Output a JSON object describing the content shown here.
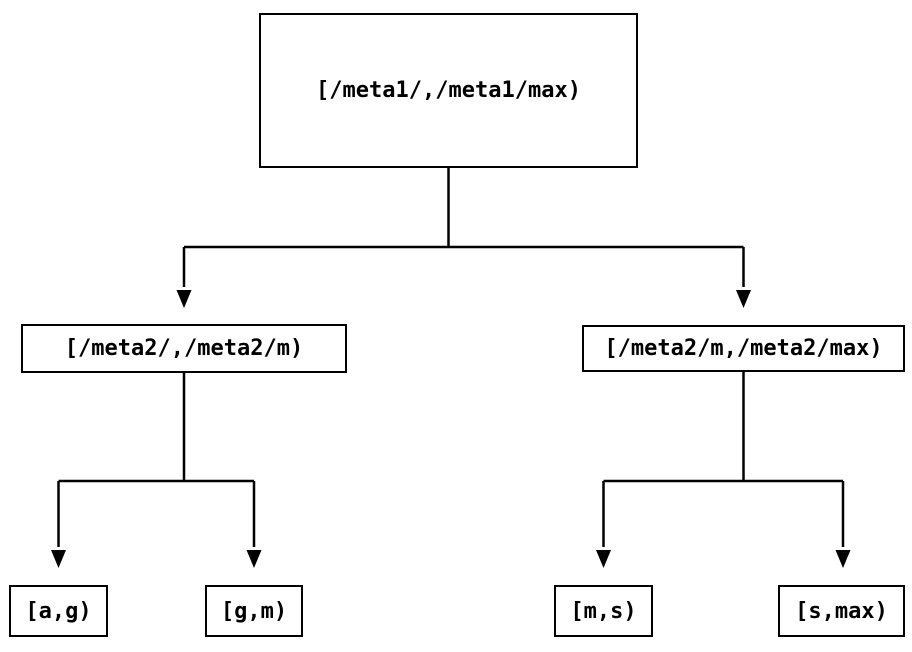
{
  "diagram": {
    "type": "tree",
    "colors": {
      "background": "#ffffff",
      "line": "#000000",
      "text": "#000000",
      "node_border": "#000000"
    },
    "nodes": {
      "root": {
        "label": "[/meta1/,/meta1/max)"
      },
      "meta2_low": {
        "label": "[/meta2/,/meta2/m)"
      },
      "meta2_high": {
        "label": "[/meta2/m,/meta2/max)"
      },
      "leaf_ag": {
        "label": "[a,g)"
      },
      "leaf_gm": {
        "label": "[g,m)"
      },
      "leaf_ms": {
        "label": "[m,s)"
      },
      "leaf_smax": {
        "label": "[s,max)"
      }
    },
    "edges": [
      {
        "from": "root",
        "to": "meta2_low"
      },
      {
        "from": "root",
        "to": "meta2_high"
      },
      {
        "from": "meta2_low",
        "to": "leaf_ag"
      },
      {
        "from": "meta2_low",
        "to": "leaf_gm"
      },
      {
        "from": "meta2_high",
        "to": "leaf_ms"
      },
      {
        "from": "meta2_high",
        "to": "leaf_smax"
      }
    ]
  }
}
